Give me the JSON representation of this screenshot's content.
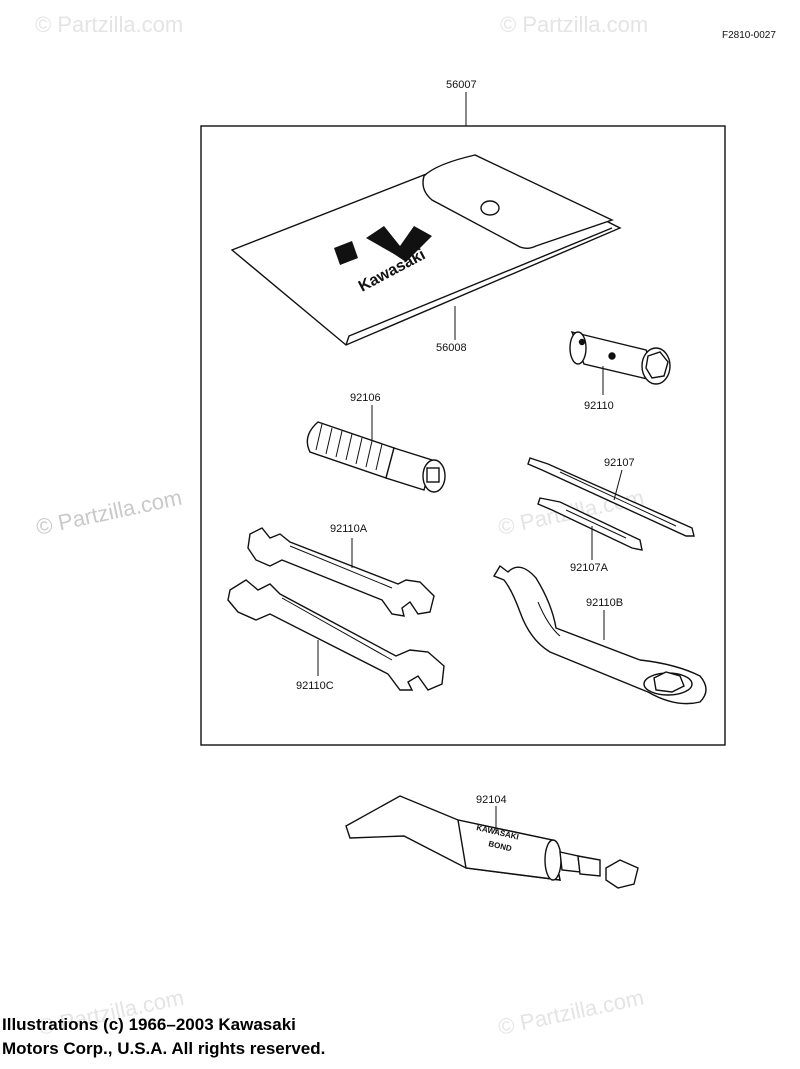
{
  "diagram_code": "F2810-0027",
  "watermark": "© Partzilla.com",
  "logo_text": "Kawasaki",
  "tube_text_line1": "KAWASAKI",
  "tube_text_line2": "BOND",
  "parts": [
    {
      "number": "56007"
    },
    {
      "number": "56008"
    },
    {
      "number": "92110"
    },
    {
      "number": "92106"
    },
    {
      "number": "92107"
    },
    {
      "number": "92110A"
    },
    {
      "number": "92107A"
    },
    {
      "number": "92110B"
    },
    {
      "number": "92110C"
    },
    {
      "number": "92104"
    }
  ],
  "copyright_line1": "Illustrations (c) 1966–2003 Kawasaki",
  "copyright_line2": "Motors Corp., U.S.A.  All rights reserved."
}
